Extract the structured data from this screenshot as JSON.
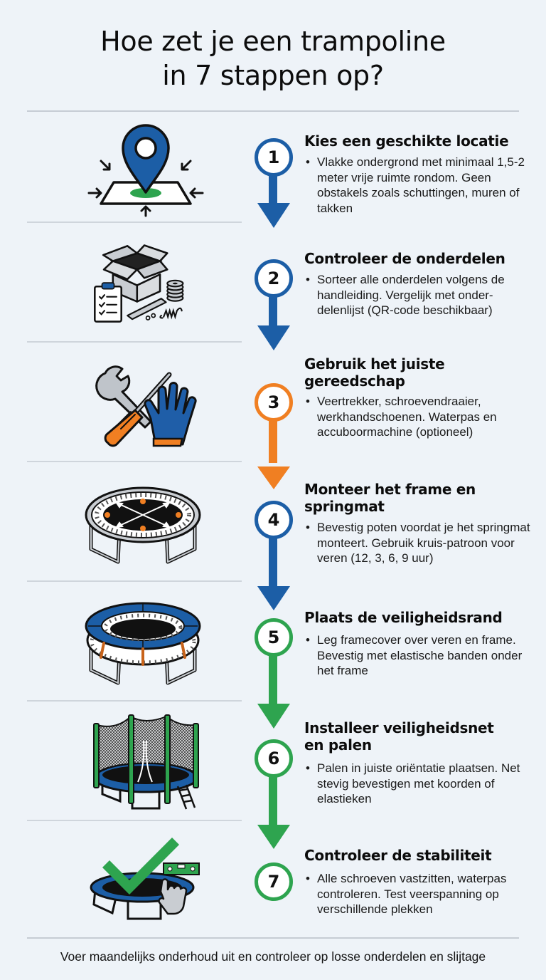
{
  "title": {
    "line1": "Hoe zet je een trampoline",
    "line2": "in 7 stappen op?"
  },
  "colors": {
    "background": "#eef3f8",
    "blue": "#1c5ea6",
    "orange": "#f07f22",
    "green": "#2ea44f",
    "separator": "#c6ccd4"
  },
  "steps": [
    {
      "number": "1",
      "color": "#1c5ea6",
      "icon": "location-pin-icon",
      "title": "Kies een geschikte locatie",
      "bullet": "•",
      "body": "Vlakke ondergrond met minimaal 1,5-2 meter vrije ruimte rondom. Geen obstakels zoals schuttingen, muren of takken"
    },
    {
      "number": "2",
      "color": "#1c5ea6",
      "icon": "parts-box-checklist-icon",
      "title": "Controleer de onderdelen",
      "bullet": "•",
      "body": "Sorteer alle onderdelen volgens de handleiding. Vergelijk met onder-delenlijst (QR-code beschikbaar)"
    },
    {
      "number": "3",
      "color": "#f07f22",
      "icon": "tools-gloves-icon",
      "title": "Gebruik het juiste gereedschap",
      "bullet": "•",
      "body": "Veertrekker, schroevendraaier, werkhandschoenen. Waterpas en accuboormachine (optioneel)"
    },
    {
      "number": "4",
      "color": "#1c5ea6",
      "icon": "trampoline-frame-icon",
      "title": "Monteer het frame en springmat",
      "bullet": "•",
      "body": "Bevestig poten voordat je het springmat monteert. Gebruik kruis-patroon voor veren (12, 3, 6, 9 uur)"
    },
    {
      "number": "5",
      "color": "#2ea44f",
      "icon": "trampoline-padding-icon",
      "title": "Plaats de veiligheidsrand",
      "bullet": "•",
      "body": "Leg framecover over veren en frame. Bevestig met elastische banden onder het frame"
    },
    {
      "number": "6",
      "color": "#2ea44f",
      "icon": "trampoline-net-icon",
      "title": "Installeer veiligheidsnet en palen",
      "bullet": "•",
      "body": "Palen in juiste oriëntatie plaatsen. Net stevig bevestigen met koorden of elastieken"
    },
    {
      "number": "7",
      "color": "#2ea44f",
      "icon": "stability-check-icon",
      "title": "Controleer de stabiliteit",
      "bullet": "•",
      "body": "Alle schroeven vastzitten, waterpas controleren. Test veerspanning op verschillende plekken"
    }
  ],
  "footer": "Voer maandelijks onderhoud uit en controleer op losse onderdelen en slijtage"
}
